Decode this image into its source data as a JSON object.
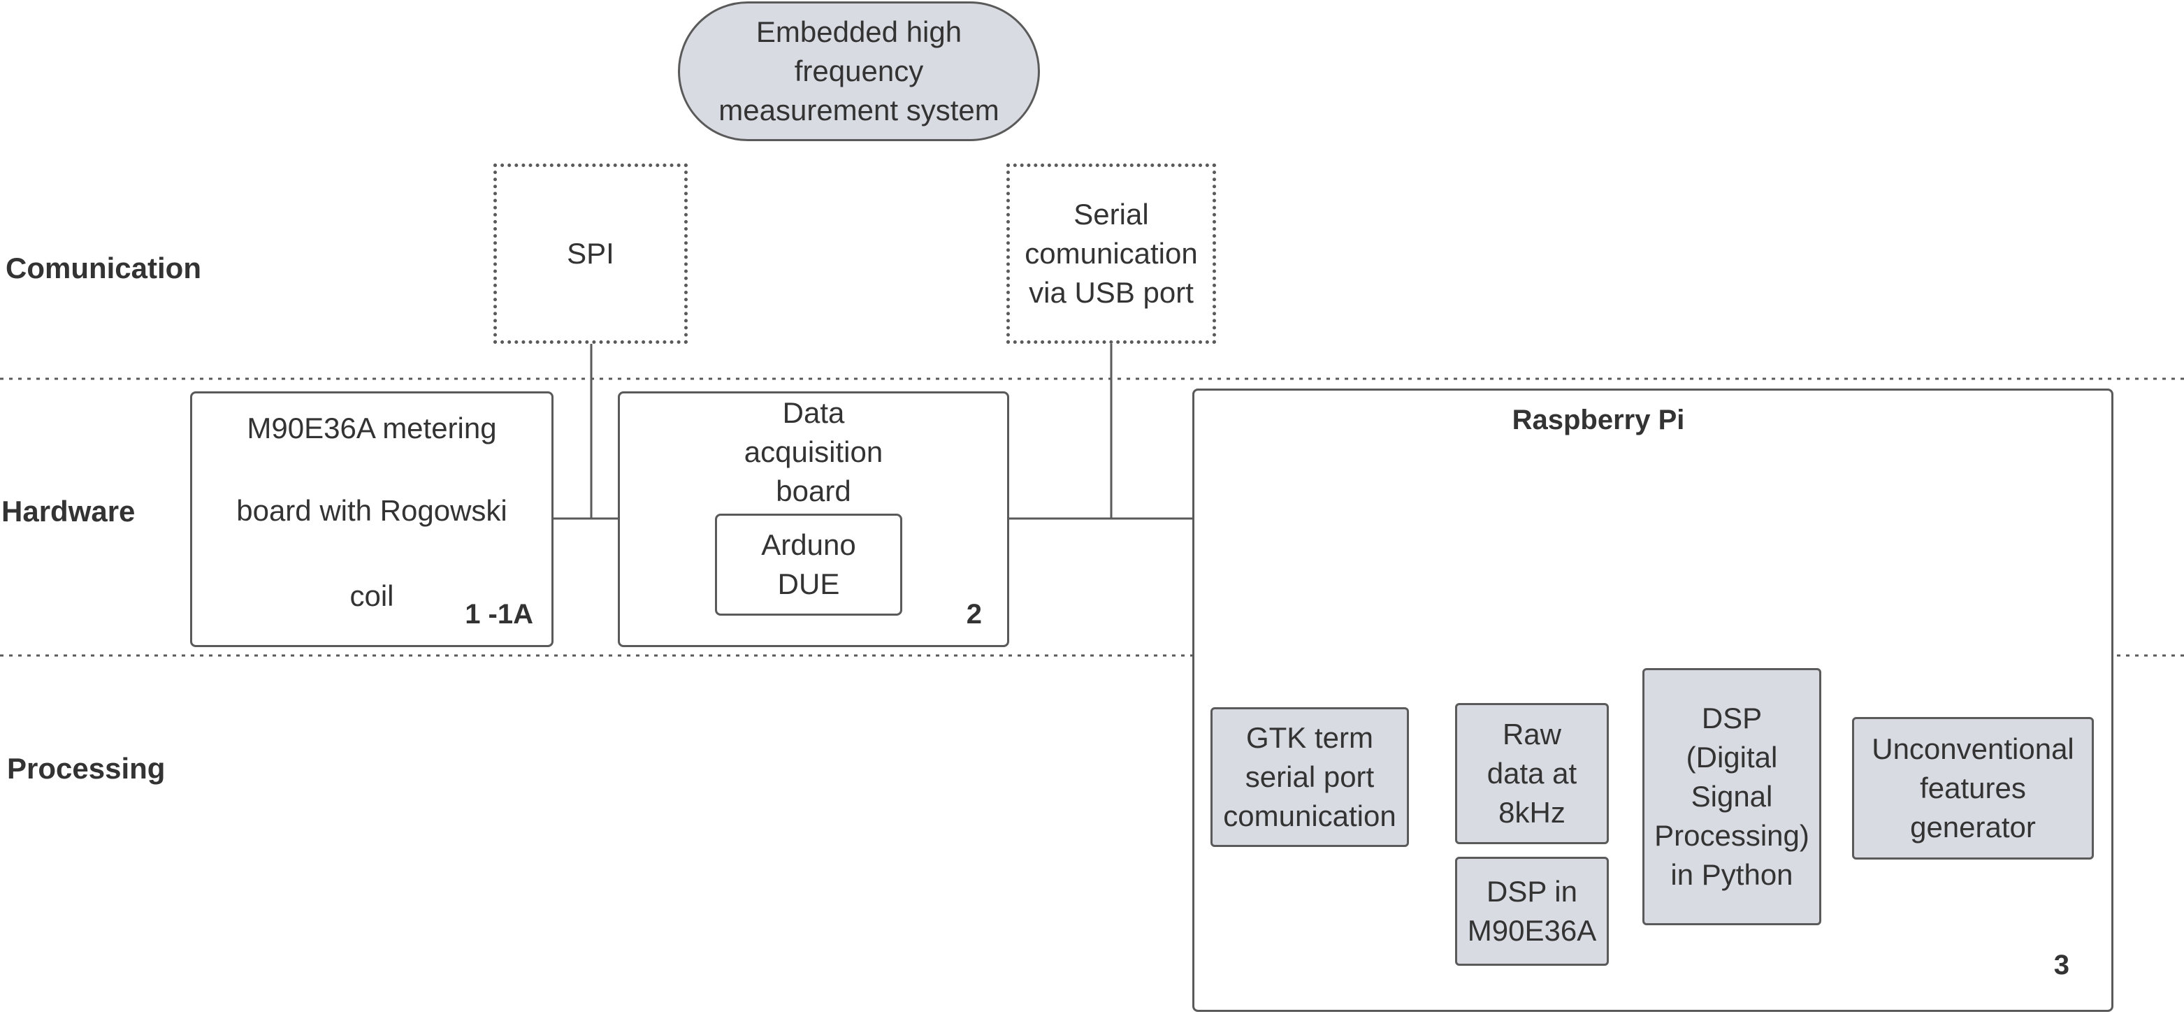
{
  "title": "Embedded high\nfrequency\nmeasurement system",
  "lanes": {
    "communication": "Comunication",
    "hardware": "Hardware",
    "processing": "Processing"
  },
  "communication": {
    "spi": "SPI",
    "serial": "Serial\ncomunication\nvia USB port"
  },
  "hardware": {
    "metering_board": {
      "line1": "M90E36A metering",
      "line2": "board with Rogowski",
      "line3": "coil",
      "number": "1 -1A"
    },
    "daq_board": {
      "label": "Data\nacquisition\nboard",
      "inner": "Arduno\nDUE",
      "number": "2"
    },
    "raspberry": {
      "label": "Raspberry Pi",
      "number": "3"
    }
  },
  "processing": {
    "gtk": "GTK term\nserial port\ncomunication",
    "raw": "Raw\ndata at\n8kHz",
    "dsp_chip": "DSP  in\nM90E36A",
    "dsp_python": "DSP\n(Digital\nSignal\nProcessing)\nin Python",
    "features": "Unconventional\nfeatures\ngenerator"
  },
  "colors": {
    "stroke": "#5a5a5a",
    "process_fill": "#d9dbe2",
    "text": "#333333"
  }
}
